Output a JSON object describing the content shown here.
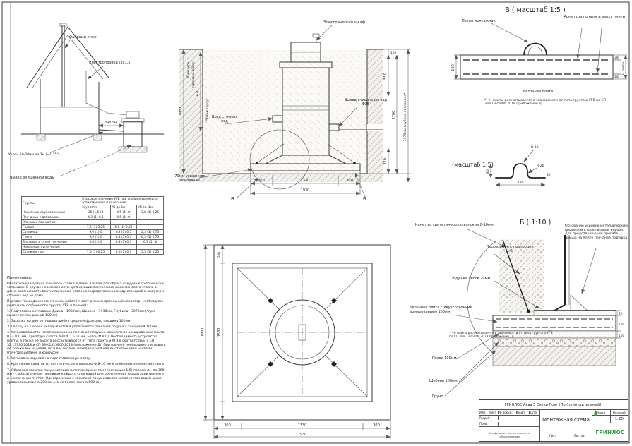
{
  "house": {
    "vent_stack": "Фановый стояк",
    "wiring": "Электропровод (3х1,5)",
    "pipe_len": "тип 5м",
    "slope": "Уклон 10-20мм на 1м (~1,15°)",
    "water_out": "Вывод очищенной воды"
  },
  "main": {
    "cabinet": "Электрический шкаф",
    "inlet": "Вход сточных вод",
    "outlet": "Выход очищенных вод Ф25",
    "base_label": "70мм усиленное основание",
    "marker_b": "Б",
    "marker_v": "В",
    "dims": {
      "d2930": "2930",
      "d1420": "1420",
      "turf": "60мм дерн",
      "neck": "горловина 100мм",
      "body": "500мм корпус",
      "d100": "100",
      "d550": "550",
      "d2700": "2700",
      "depth": "3070мм глубина котлована*",
      "d370": "370",
      "b300l": "300",
      "b1330": "1330",
      "b300r": "300",
      "b1930": "1930"
    }
  },
  "detail_v": {
    "title": "В ( масштаб 1:5 )",
    "loop": "Петля монтажная",
    "rebar": "Арматура по низу и верху плиты",
    "slab": "Бетонная плита",
    "d100": "100",
    "d30t": "30",
    "d30b": "30",
    "dh": "Н плиты",
    "note": "* - Н плиты рассчитывается в зависимости от типа грунта и УГВ по СП 399.1325800.2018 приложение Д"
  },
  "hook": {
    "title": "(масштаб 1:5)",
    "r30": "R 30",
    "r20": "R 20",
    "d80": "80",
    "d240": "240",
    "d30": "30"
  },
  "detail_b": {
    "title": "Б ( 1:10 )",
    "rope": "Канат из синтетического волокна 8-10мм",
    "base_note": "Основание усилено металлическим профилем в пластиковом коробе. Для предотвращения прогиба днища на плите песчаная подушка",
    "sand_cement": "Пескоцемент, пропорция 1:5",
    "cushion": "Подушка песок 70мм",
    "slab": "Бетонная плита с двухсторонним армированием 100мм",
    "note": "* - Н плиты рассчитывается в зависимости от типа грунта и УГВ по СП 399.1325800.2018 приложение Д",
    "sand": "Песок 100мм",
    "gravel": "Щебень 100мм",
    "soil": "Грунт",
    "d70": "70",
    "d100a": "100",
    "d100b": "100"
  },
  "plan": {
    "left_total": "1930",
    "left_seg": "300",
    "left_mid": "1530",
    "b300l": "300",
    "b1330": "1330",
    "b300r": "300",
    "b1930": "1930"
  },
  "soil_table": {
    "col_soil": "Грунты",
    "col_span": "Курсовое значение УГВ при глубине выемки, м (отметки низа и залегания)",
    "sub": [
      "Н/уплотн.",
      "УВ до 1м",
      "УВ св. 1м"
    ],
    "rows": [
      {
        "name": "Насыпные неуплотненные",
        "c1": "36 (1,5)/3",
        "c2": "4,5 (1) Ф",
        "c3": "3,8 (1) 3,25"
      },
      {
        "name": "Песчаные с добавками",
        "c1": "4,3 (1) 0,5",
        "c2": "4,5 (1) Ф",
        "c3": ""
      },
      {
        "name": "Влажные глинистые",
        "c1": "",
        "c2": "",
        "c3": ""
      },
      {
        "name": "Гравий",
        "c1": "7,6 (1) 3,25",
        "c2": "5,6 (1) 0,65",
        "c3": ""
      },
      {
        "name": "Суглинки",
        "c1": "9,0 (1) 0",
        "c2": "6,3 (1) 0,5",
        "c3": "5,3 (1) 0,75"
      },
      {
        "name": "Глина",
        "c1": "9,0 (1) 0",
        "c2": "6,3 (1) 0,5",
        "c3": "6,3 (1) 0,75"
      },
      {
        "name": "Влажные и сухие песчаные",
        "c1": "9,0 (1) 0",
        "c2": "6,3 (1) 0,5",
        "c3": "6,3 (1) Ф"
      },
      {
        "name": "Насыпные, супесчаные",
        "c1": "",
        "c2": "",
        "c3": ""
      },
      {
        "name": "Суглинистые",
        "c1": "7,6 (1) 0,25",
        "c2": "6,0 (1) 0,7",
        "c3": "5,3 (1) 0,55"
      }
    ]
  },
  "notes": {
    "title": "Примечания:",
    "paragraphs": [
      "Обязательно наличие фанового стояка в доме. Клапан для сброса вакуума категорически запрещен. В случае невозможности организации вентиляционного фанового стояка в доме, организовать вентиляционный стояк непосредственно между станцией и выпуском сточных вод из дома.",
      "Порядок проведения монтажных работ (*носит рекомендательный характер, необходимо учитывать особенности грунта, УГВ и прочее):",
      "1. Подготовка котлована: Длина - 1930мм, Ширина - 1930мм, Глубина - 3070мм (*при высоте плиты равной 100мм)",
      "2. Засыпка на дно котлована щебня средней фракции, толщина 100мм",
      "3. Сверху на щебень укладывается и уплотняется песчаная подушка толщиной 100мм",
      "4. Устанавливается изготовленная на песчаной подушке монолитная армированная плита, Н = 100 мм (арматура класса А-III Ф 12-14 мм, Бетон М300). Необходимость устройства плиты, а также её высота рассчитываются от типа грунта и УГВ в соответствии с СП 32.13330.2018 и СП 399.1325800.2018 (приложение Д). При расчете необходимо учитывать не только вес изделия, но и вес бетона, находящегося над выступающими частями (грунтозацепами) и корпусом",
      "5. Установка изделия на подготовленную плиту",
      "6. Крепление канатов из синтетического волокна Ф 8-10 мм к анкерным элементам плиты",
      "7. Обратная засыпка пазух котлована песком/цементом (пропорция 1:5) послойно - по 300 мм - с обязательным проливом каждого слоя водой для обеспечения гидратации цемента и исключения пустот. Одновременно с засыпкой пазух изделие заполняется водой выше уровня засыпки на 200 мм, но не более чем на 500 мм"
    ]
  },
  "titleblock": {
    "doc_title": "ГРИНЛОС Аква 5 Супер Лонг (Пр (принудительный))",
    "sheet_name": "Монтажная схема",
    "mass_label": "Масса",
    "scale_label": "Масштаб",
    "scale": "1:20",
    "sheet_label": "Лист",
    "sheets_label": "Листов",
    "izm": "Изм.",
    "list": "Лист",
    "doc": "№ докум.",
    "sign": "Подп.",
    "date": "Дата",
    "dev": "Разраб.",
    "check": "Пров.",
    "logo": "ГРИНЛОС",
    "caption": "Унификация экологического оборудования"
  }
}
